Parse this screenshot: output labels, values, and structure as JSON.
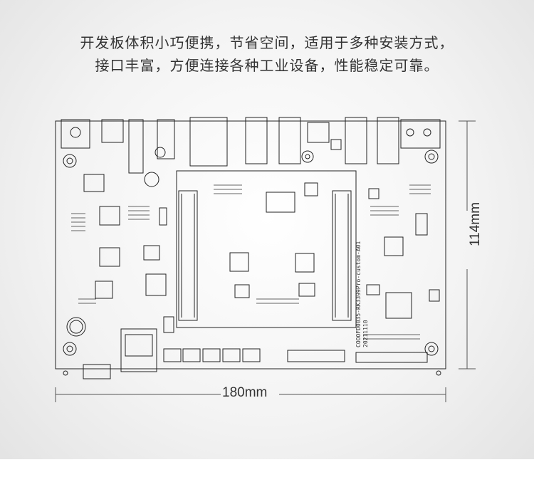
{
  "headline": {
    "line1": "开发板体积小巧便携，节省空间，适用于多种安装方式，",
    "line2": "接口丰富，方便连接各种工业设备，性能稳定可靠。"
  },
  "dimensions": {
    "width_label": "180mm",
    "height_label": "114mm"
  },
  "board_silkscreen": {
    "part_number": "COOOFD0035-RK3399Pro-custom-A01",
    "date_code": "20211110"
  },
  "colors": {
    "background": "#efefef",
    "outline": "#222222",
    "text": "#333333"
  }
}
